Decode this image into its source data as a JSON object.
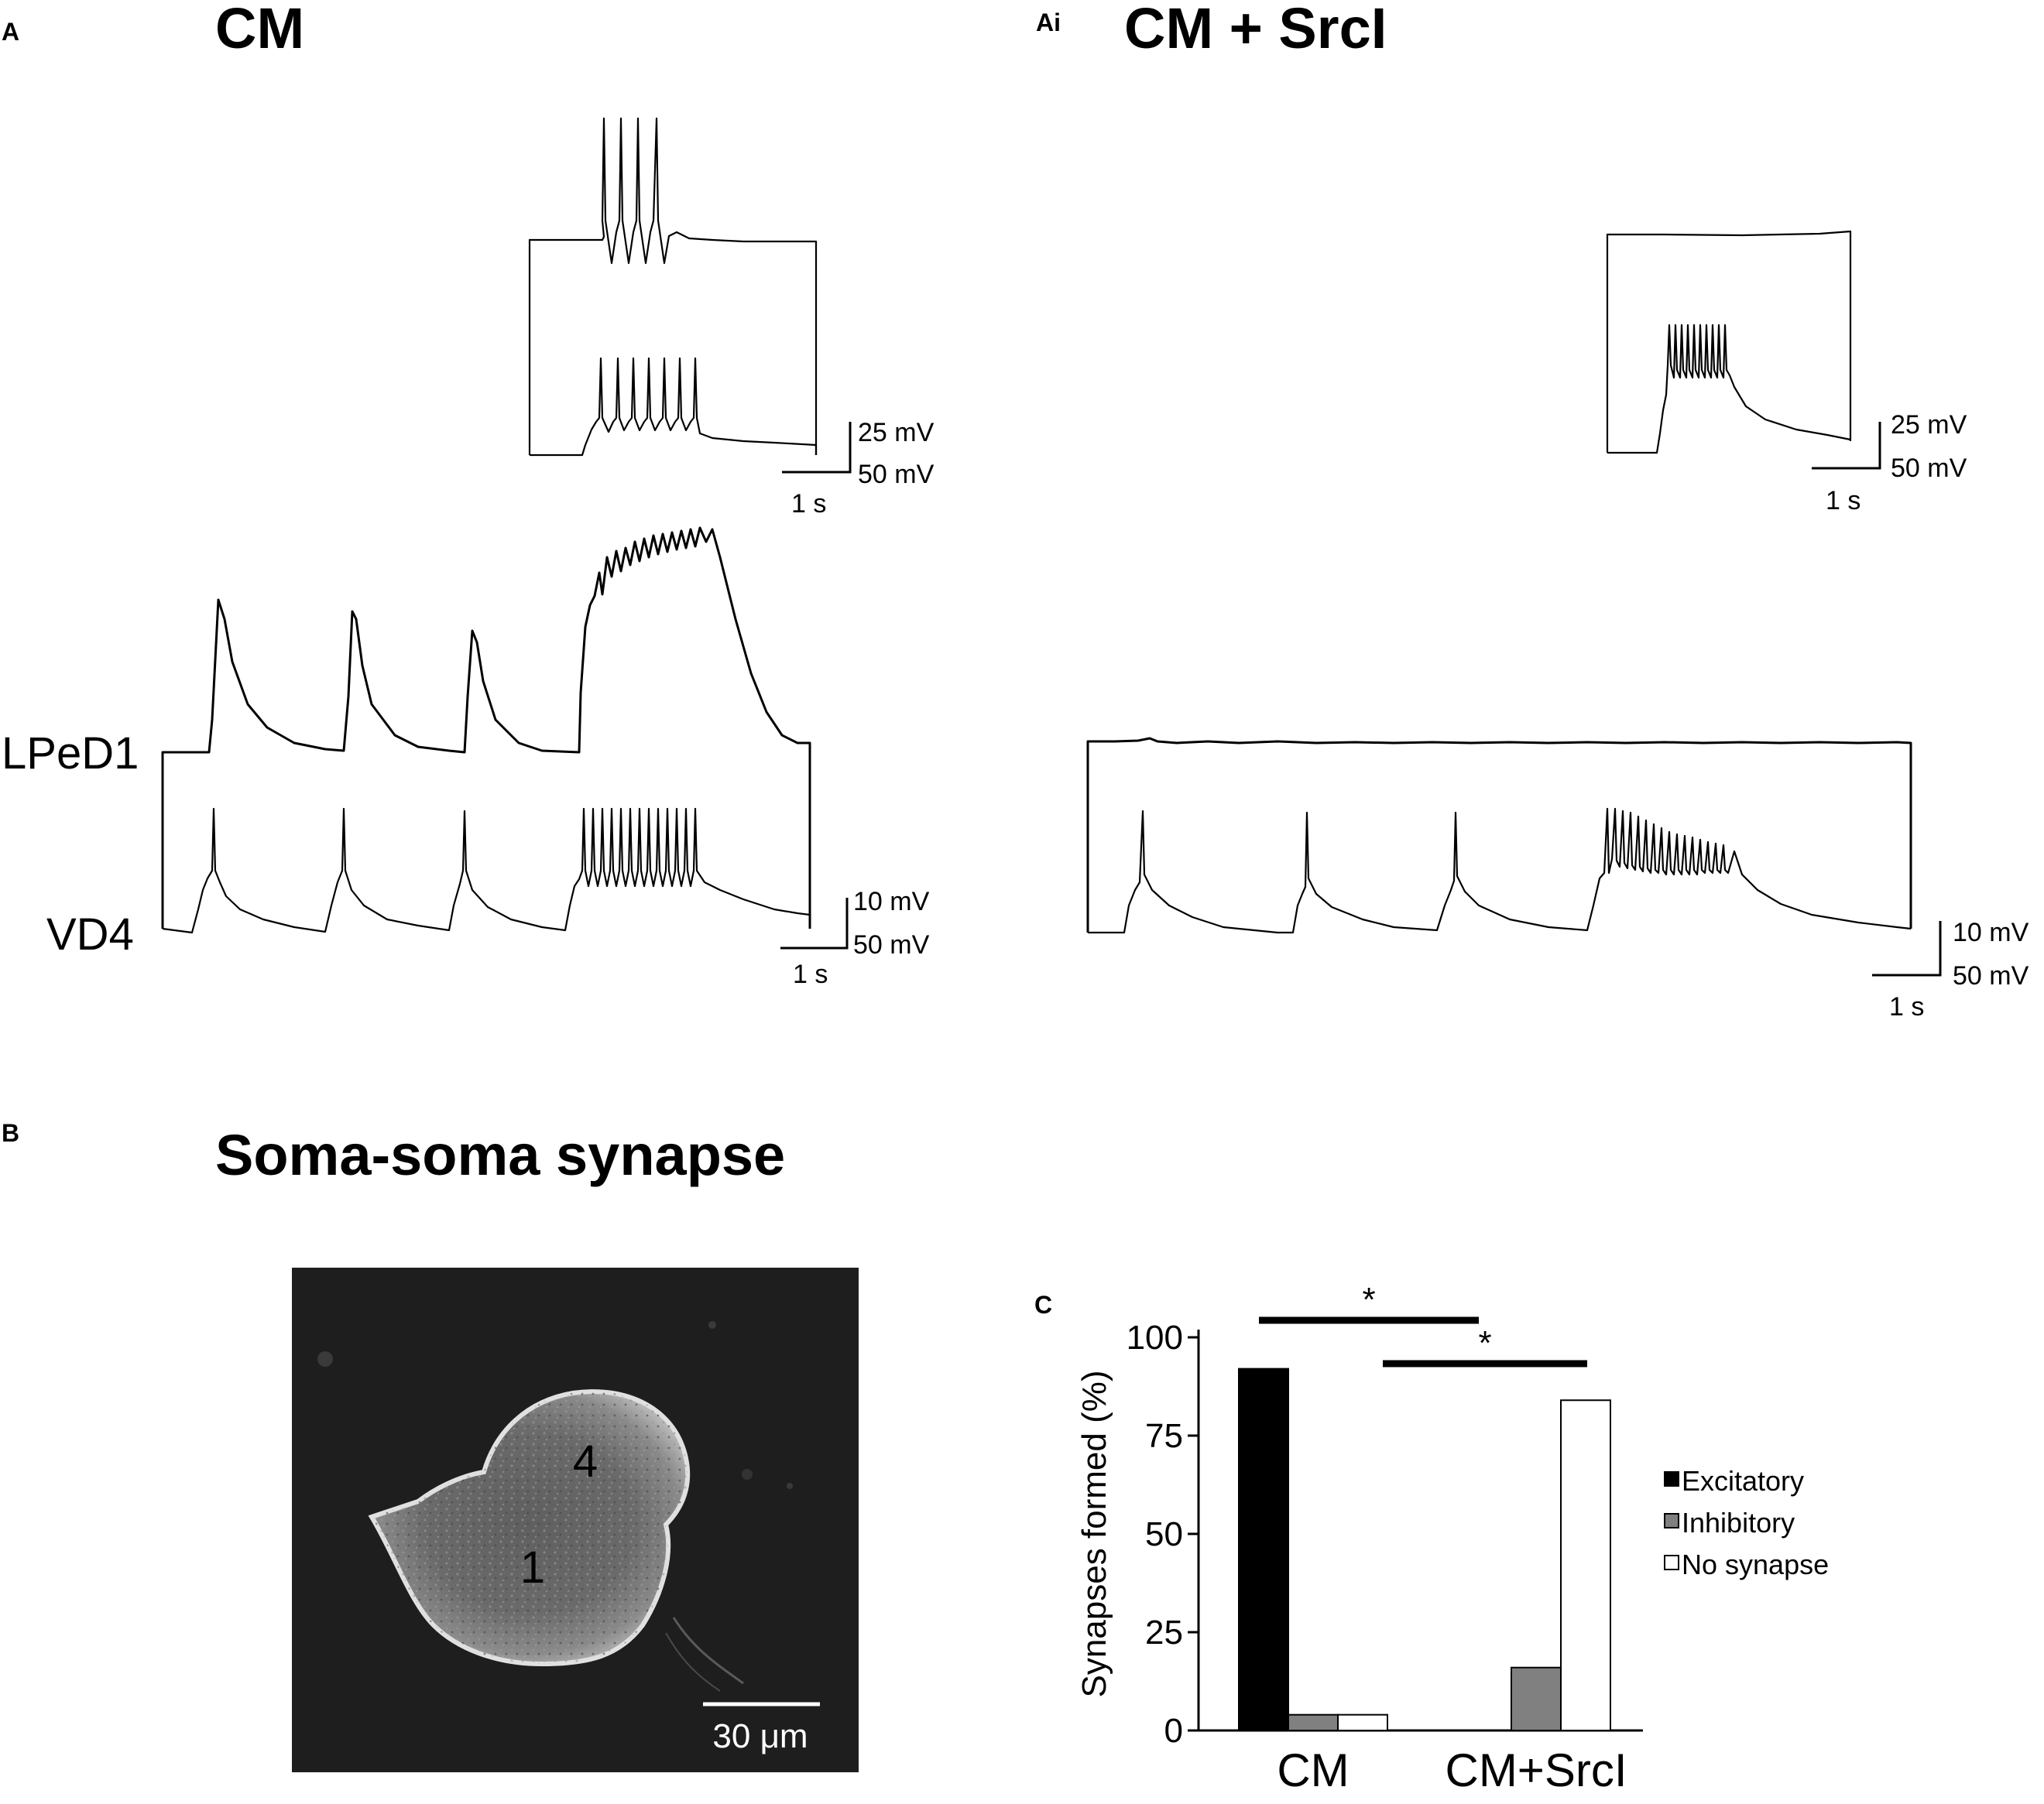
{
  "panels": {
    "A": {
      "letter": "A",
      "title": "CM",
      "scale_top": {
        "v1": "25 mV",
        "v2": "50 mV",
        "t": "1 s"
      },
      "labels": {
        "lped1": "LPeD1",
        "vd4": "VD4"
      },
      "scale_bottom": {
        "v1": "10 mV",
        "v2": "50 mV",
        "t": "1 s"
      }
    },
    "Ai": {
      "letter": "Ai",
      "title": "CM + SrcI",
      "scale_top": {
        "v1": "25 mV",
        "v2": "50 mV",
        "t": "1 s"
      },
      "scale_bottom": {
        "v1": "10 mV",
        "v2": "50 mV",
        "t": "1 s"
      }
    },
    "B": {
      "letter": "B",
      "title": "Soma-soma synapse",
      "cell_labels": [
        "4",
        "1"
      ],
      "scale_bar": "30 μm"
    },
    "C": {
      "letter": "C"
    }
  },
  "chart_data": {
    "type": "bar",
    "categories": [
      "CM",
      "CM+SrcI"
    ],
    "series": [
      {
        "name": "Excitatory",
        "values": [
          92,
          0
        ],
        "color": "#000000"
      },
      {
        "name": "Inhibitory",
        "values": [
          4,
          16
        ],
        "color": "#808080"
      },
      {
        "name": "No synapse",
        "values": [
          4,
          84
        ],
        "color": "#ffffff"
      }
    ],
    "ylabel": "Synapses formed (%)",
    "ylim": [
      0,
      100
    ],
    "yticks": [
      "0",
      "25",
      "50",
      "75",
      "100"
    ],
    "legend_position": "right",
    "significance": [
      {
        "label": "*",
        "between": "CM Excitatory vs CM+SrcI Excitatory"
      },
      {
        "label": "*",
        "between": "CM No synapse vs CM+SrcI No synapse"
      }
    ]
  }
}
